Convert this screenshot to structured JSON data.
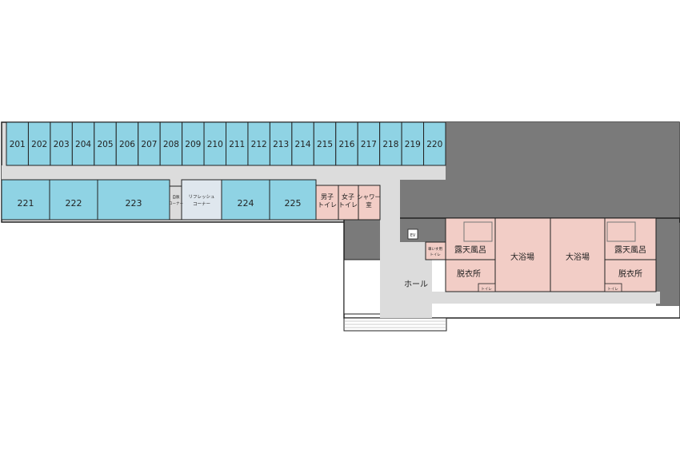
{
  "colors": {
    "room": "#8fd3e4",
    "bath": "#f2cdc6",
    "toilet": "#f2cdc6",
    "corridor": "#dcdcdc",
    "service": "#7a7a7a",
    "wall": "#222222",
    "refresh": "#dfe7ee"
  },
  "rooms_top": [
    "201",
    "202",
    "203",
    "204",
    "205",
    "206",
    "207",
    "208",
    "209",
    "210",
    "211",
    "212",
    "213",
    "214",
    "215",
    "216",
    "217",
    "218",
    "219",
    "220"
  ],
  "rooms_bottom": [
    "221",
    "222",
    "223",
    "224",
    "225"
  ],
  "facilities": {
    "refresh_top": "リフレッシュ",
    "refresh_bottom": "コーナー",
    "vending_top": "自販",
    "vending_bottom": "コーナー",
    "mens_top": "男子",
    "mens_bottom": "トイレ",
    "womens_top": "女子",
    "womens_bottom": "トイレ",
    "shower_top": "シャワー",
    "shower_bottom": "室",
    "ev": "EV",
    "accessible_top": "車いす用",
    "accessible_bottom": "トイレ",
    "hall": "ホール",
    "outdoor_bath_left": "露天風呂",
    "dressing_left": "脱衣所",
    "big_bath_left": "大浴場",
    "big_bath_right": "大浴場",
    "outdoor_bath_right": "露天風呂",
    "dressing_right": "脱衣所",
    "bath_toilet_left": "トイレ",
    "bath_toilet_right": "トイレ"
  }
}
